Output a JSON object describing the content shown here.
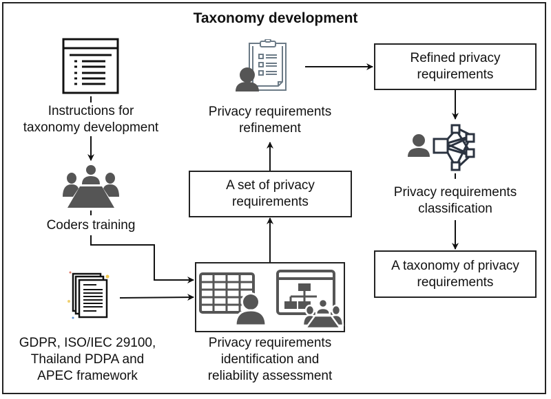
{
  "title": "Taxonomy development",
  "nodes": {
    "instructions": {
      "line1": "Instructions for",
      "line2": "taxonomy development",
      "icon": "document-list-icon"
    },
    "coders_training": {
      "label": "Coders training",
      "icon": "meeting-group-icon"
    },
    "sources": {
      "line1": "GDPR, ISO/IEC 29100,",
      "line2": "Thailand PDPA and",
      "line3": "APEC framework",
      "icon": "documents-stack-icon"
    },
    "identification": {
      "line1": "Privacy requirements",
      "line2": "identification and",
      "line3": "reliability assessment",
      "icons": [
        "spreadsheet-user-icon",
        "org-chart-meeting-icon"
      ]
    },
    "set_box": {
      "line1": "A set of privacy",
      "line2": "requirements"
    },
    "refinement": {
      "line1": "Privacy requirements",
      "line2": "refinement",
      "icon": "user-clipboard-icon"
    },
    "refined_box": {
      "line1": "Refined privacy",
      "line2": "requirements"
    },
    "classification": {
      "line1": "Privacy requirements",
      "line2": "classification",
      "icon": "user-network-icon"
    },
    "taxonomy_box": {
      "line1": "A taxonomy of privacy",
      "line2": "requirements"
    }
  },
  "edges": [
    {
      "from": "instructions",
      "to": "coders_training"
    },
    {
      "from": "coders_training",
      "to": "identification"
    },
    {
      "from": "sources",
      "to": "identification"
    },
    {
      "from": "identification",
      "to": "set_box"
    },
    {
      "from": "set_box",
      "to": "refinement"
    },
    {
      "from": "refinement",
      "to": "refined_box"
    },
    {
      "from": "refined_box",
      "to": "classification"
    },
    {
      "from": "classification",
      "to": "taxonomy_box"
    }
  ],
  "colors": {
    "line": "#111111",
    "icon_dark": "#555555",
    "icon_outline": "#6b7a86",
    "icon_navy": "#2b3340"
  }
}
